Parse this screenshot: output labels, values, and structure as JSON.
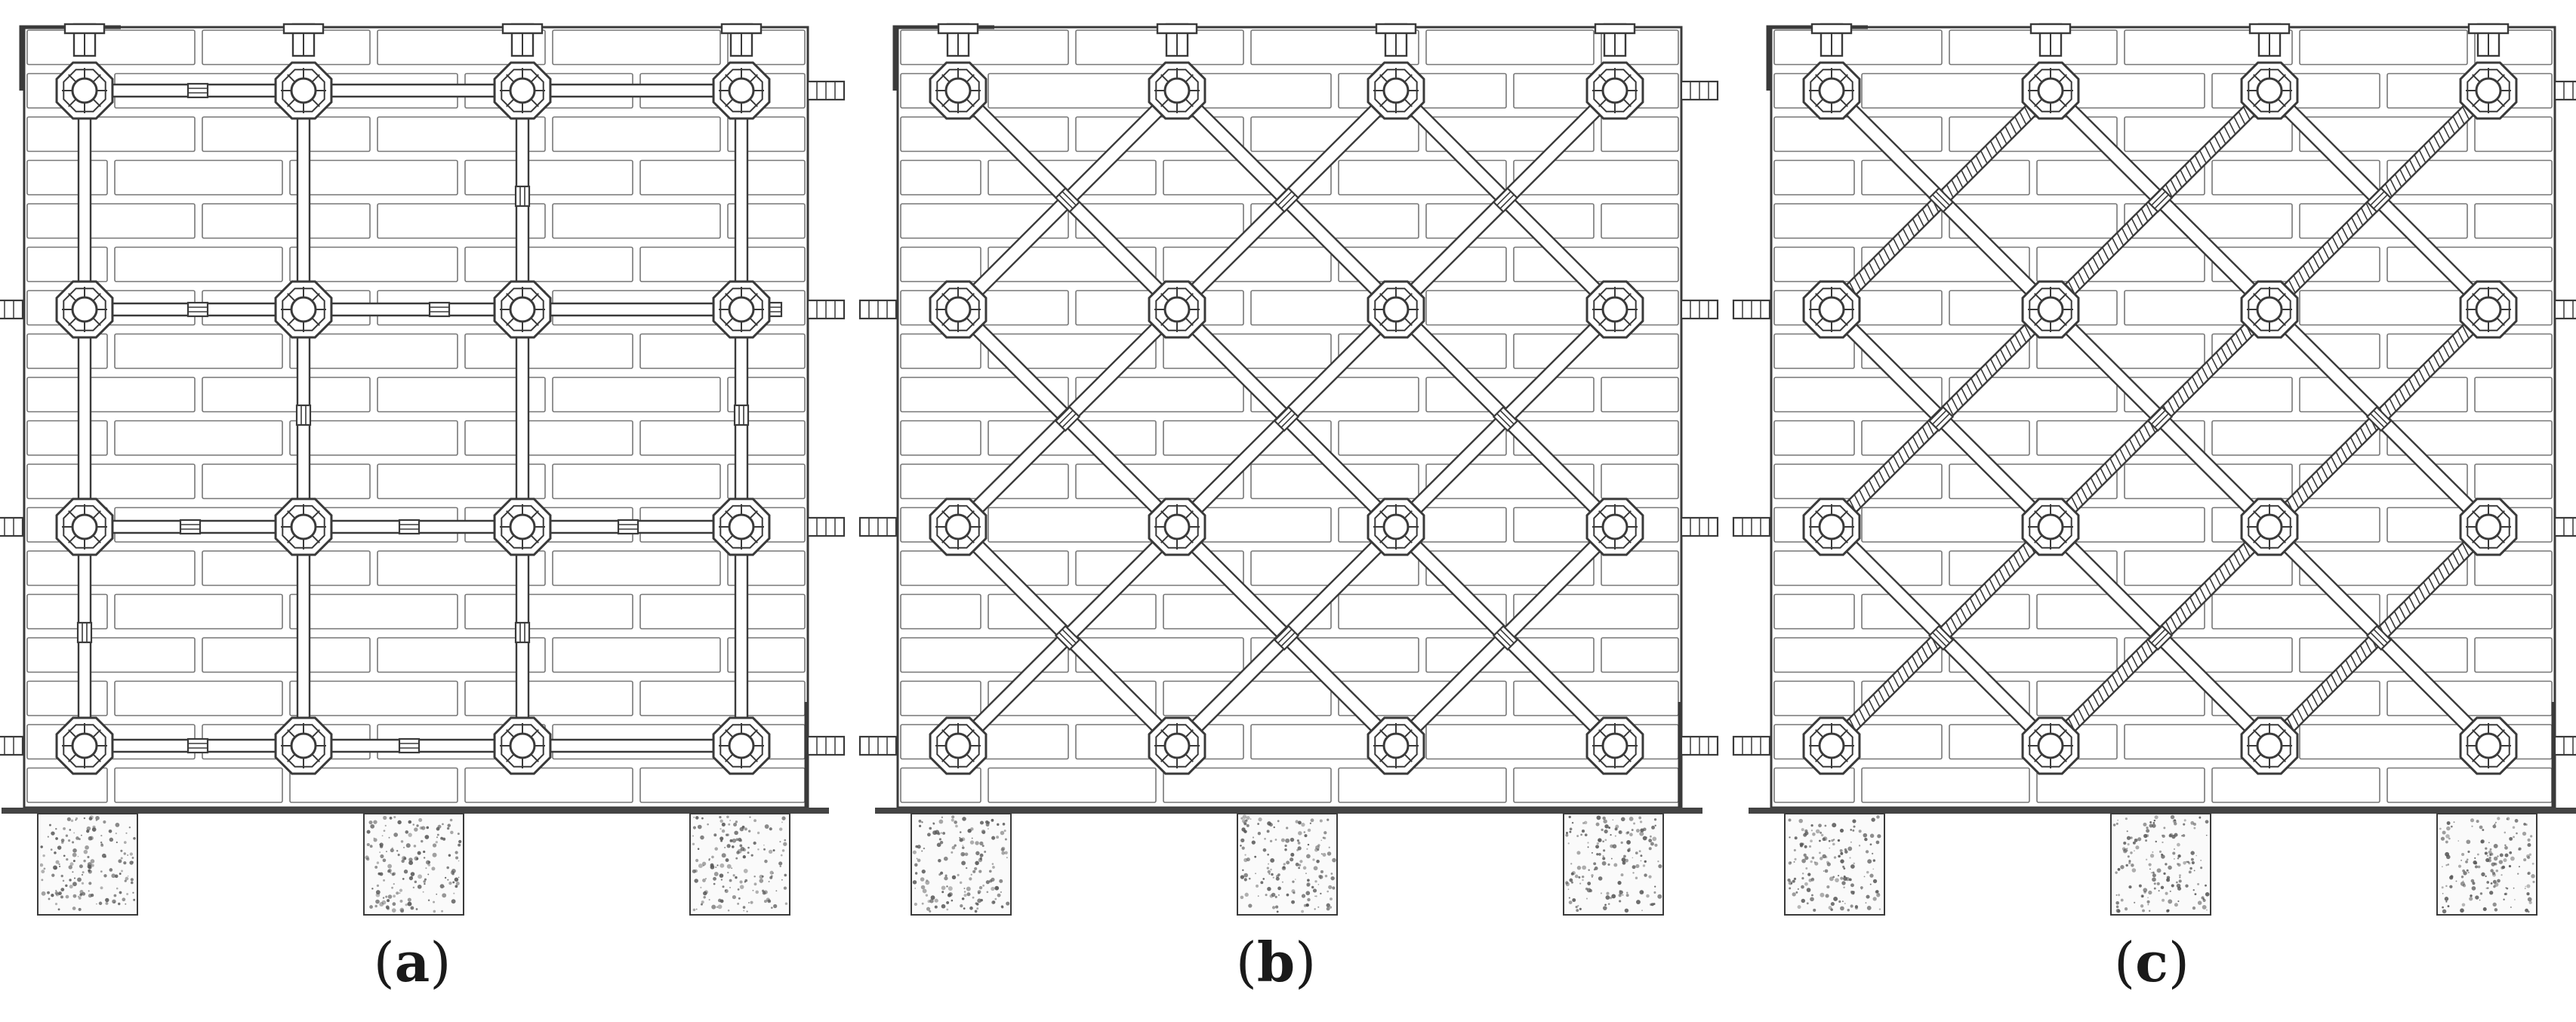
{
  "panels": [
    {
      "id": "a",
      "label_letter": "a",
      "bracing": "orthogonal"
    },
    {
      "id": "b",
      "label_letter": "b",
      "bracing": "diagonal"
    },
    {
      "id": "c",
      "label_letter": "c",
      "bracing": "diagonal-reinforced"
    }
  ],
  "colors": {
    "line": "#3a3a3a",
    "wall_fill": "#ffffff",
    "brick_stroke": "#777777",
    "base_line": "#444444",
    "concrete_speckle": "#555555"
  }
}
